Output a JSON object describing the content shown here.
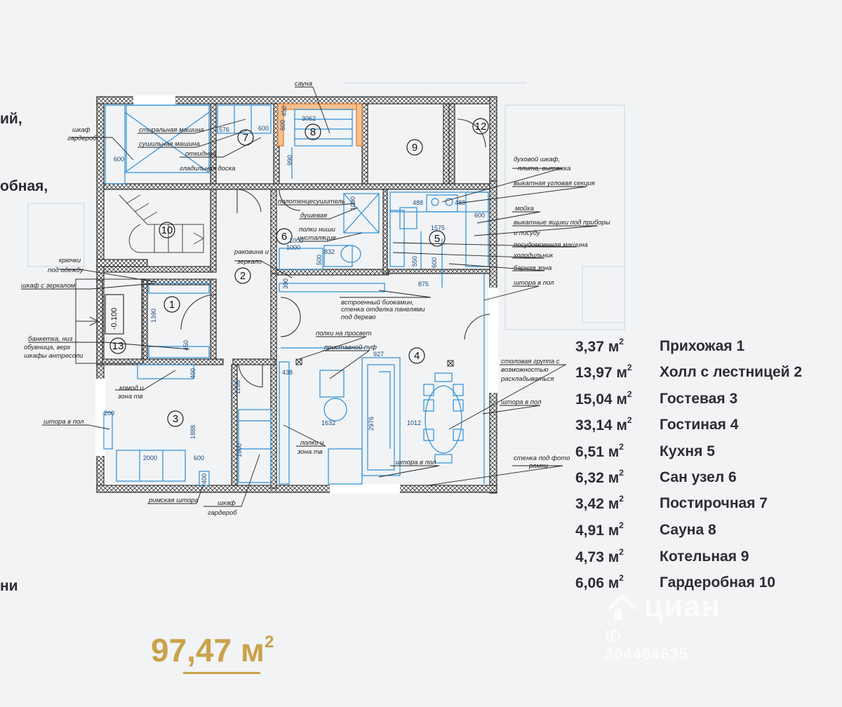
{
  "edge_text": [
    "ий,",
    "обная,",
    "ни"
  ],
  "rooms": [
    {
      "num": "1"
    },
    {
      "num": "2"
    },
    {
      "num": "3"
    },
    {
      "num": "4"
    },
    {
      "num": "5"
    },
    {
      "num": "6"
    },
    {
      "num": "7"
    },
    {
      "num": "8"
    },
    {
      "num": "9"
    },
    {
      "num": "10"
    },
    {
      "num": "12"
    },
    {
      "num": "13"
    }
  ],
  "annotations": [
    "сауна",
    "шкаф\nгардероб",
    "стиральная машина",
    "сушильная машина",
    "откидная\nгладильная доска",
    "духовой шкаф,\nплита, вытяжка",
    "выкатная угловая секция",
    "мойка",
    "выкатные ящики под приборы\nи посуду",
    "посудомоечная машина",
    "холодильник",
    "барная зона",
    "штора в пол",
    "полотенцесушитель",
    "душевая",
    "полки ниши\nинсталяция",
    "раковина и\nзеркало",
    "крючки\nпод одежду",
    "шкаф с зеркалом",
    "встроенный биокамин,\nстенка отделка панелями\nпод дерево",
    "полки на просвет",
    "приставной пуф",
    "столовая группа с\nвозможностью\nраскладываться",
    "штора в пол",
    "банкетка, низ\nобувница, верх\nшкафы антресоли",
    "комод и\nзона тв",
    "штора в пол",
    "полки и\nзона тв",
    "штора в пол",
    "стенка под фото\nрамки",
    "римская штора",
    "шкаф\nгардероб"
  ],
  "dims": [
    "3062",
    "450",
    "600",
    "600",
    "1090",
    "990",
    "600",
    "576",
    "488",
    "488",
    "600",
    "1575",
    "1000",
    "832",
    "500",
    "875",
    "600",
    "550",
    "390",
    "1390",
    "450",
    "438",
    "927",
    "2976",
    "1012",
    "1632",
    "1288",
    "1800",
    "1888",
    "2000",
    "600",
    "400",
    "400",
    "200",
    "-0.100",
    "1000"
  ],
  "legend": [
    {
      "area": "3,37 м",
      "name": "Прихожая 1"
    },
    {
      "area": "13,97 м",
      "name": "Холл с лестницей 2"
    },
    {
      "area": "15,04 м",
      "name": "Гостевая 3"
    },
    {
      "area": "33,14 м",
      "name": "Гостиная 4"
    },
    {
      "area": "6,51 м",
      "name": "Кухня 5"
    },
    {
      "area": "6,32 м",
      "name": "Сан узел 6"
    },
    {
      "area": "3,42 м",
      "name": "Постирочная 7"
    },
    {
      "area": "4,91 м",
      "name": "Сауна 8"
    },
    {
      "area": "4,73 м",
      "name": "Котельная 9"
    },
    {
      "area": "6,06 м",
      "name": "Гардеробная 10"
    }
  ],
  "area_sup": "2",
  "total": {
    "value": "97,47",
    "unit": "м",
    "sup": "2"
  },
  "watermark": {
    "name": "циан",
    "id": "ID 304464635"
  },
  "colors": {
    "wall": "#3a3a3a",
    "furniture": "#2c8fd6",
    "text": "#2b2d31",
    "gold": "#c9a24a",
    "sauna": "#e07b2a"
  }
}
